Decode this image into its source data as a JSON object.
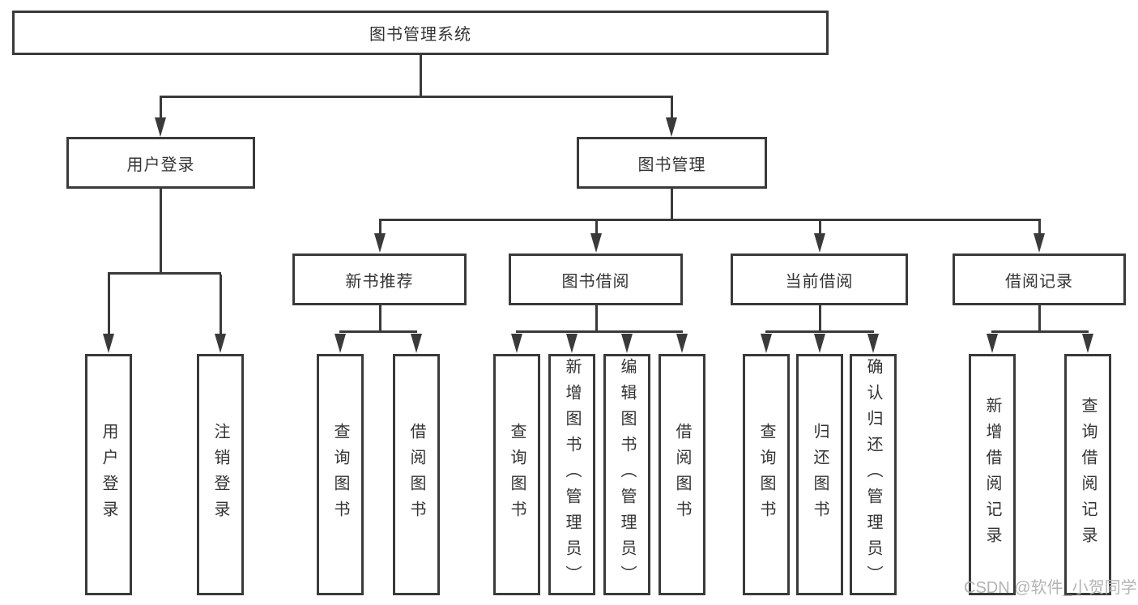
{
  "diagram_type": "functional-structure-tree",
  "colors": {
    "line": "#3a3a3a",
    "box_background": "#ffffff",
    "text": "#333333",
    "watermark": "#b4b4b4"
  },
  "watermark": {
    "text": "CSDN @软件_小贺同学"
  },
  "tree": {
    "root": {
      "label": "图书管理系统",
      "children": [
        {
          "label": "用户登录",
          "children": [
            {
              "label": "用户登录"
            },
            {
              "label": "注销登录"
            }
          ]
        },
        {
          "label": "图书管理",
          "children": [
            {
              "label": "新书推荐",
              "children": [
                {
                  "label": "查询图书"
                },
                {
                  "label": "借阅图书"
                }
              ]
            },
            {
              "label": "图书借阅",
              "children": [
                {
                  "label": "查询图书"
                },
                {
                  "label": "新增图书（管理员）"
                },
                {
                  "label": "编辑图书（管理员）"
                },
                {
                  "label": "借阅图书"
                }
              ]
            },
            {
              "label": "当前借阅",
              "children": [
                {
                  "label": "查询图书"
                },
                {
                  "label": "归还图书"
                },
                {
                  "label": "确认归还（管理员）"
                }
              ]
            },
            {
              "label": "借阅记录",
              "children": [
                {
                  "label": "新增借阅记录"
                },
                {
                  "label": "查询借阅记录"
                }
              ]
            }
          ]
        }
      ]
    }
  }
}
